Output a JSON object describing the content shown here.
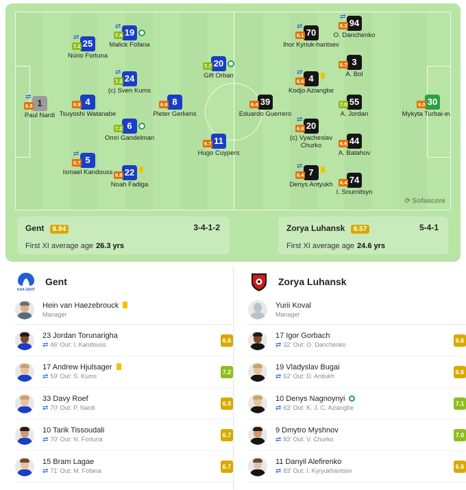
{
  "watermark": "Sofascore",
  "colors": {
    "home_shirt": "#1a3fc4",
    "away_shirt": "#151515",
    "away_gk_shirt": "#2ea043",
    "home_gk_shirt": "#9b9b9b",
    "pitch": "#b8e4a6"
  },
  "home_players": [
    {
      "number": "1",
      "name": "Paul Nardi",
      "rating": "6.8",
      "rating_class": "r-orange",
      "shirt": "grey",
      "sub": true,
      "goal": false,
      "card": false
    },
    {
      "number": "25",
      "name": "Núrio Fortuna",
      "rating": "7.2",
      "rating_class": "r-lime",
      "shirt": "blue",
      "sub": true,
      "goal": false,
      "card": false
    },
    {
      "number": "4",
      "name": "Tsuyoshi Watanabe",
      "rating": "6.9",
      "rating_class": "r-orange",
      "shirt": "blue",
      "sub": false,
      "goal": false,
      "card": false
    },
    {
      "number": "5",
      "name": "Ismael Kandouss",
      "rating": "6.7",
      "rating_class": "r-orange",
      "shirt": "blue",
      "sub": true,
      "goal": false,
      "card": false
    },
    {
      "number": "19",
      "name": "Malick Fofana",
      "rating": "7.4",
      "rating_class": "r-lime",
      "shirt": "blue",
      "sub": true,
      "goal": true,
      "card": false
    },
    {
      "number": "24",
      "name": "(c) Sven Kums",
      "rating": "7.2",
      "rating_class": "r-lime",
      "shirt": "blue",
      "sub": true,
      "goal": false,
      "card": false
    },
    {
      "number": "6",
      "name": "Omri Gandelman",
      "rating": "7.2",
      "rating_class": "r-lime",
      "shirt": "blue",
      "sub": false,
      "goal": true,
      "card": false
    },
    {
      "number": "22",
      "name": "Noah Fadiga",
      "rating": "6.8",
      "rating_class": "r-orange",
      "shirt": "blue",
      "sub": false,
      "goal": false,
      "card": true
    },
    {
      "number": "8",
      "name": "Pieter Gerkens",
      "rating": "6.9",
      "rating_class": "r-orange",
      "shirt": "blue",
      "sub": false,
      "goal": false,
      "card": false
    },
    {
      "number": "20",
      "name": "Gift Orban",
      "rating": "7.7",
      "rating_class": "r-lime",
      "shirt": "blue",
      "sub": false,
      "goal": true,
      "card": false
    },
    {
      "number": "11",
      "name": "Hugo Cuypers",
      "rating": "6.7",
      "rating_class": "r-orange",
      "shirt": "blue",
      "sub": false,
      "goal": false,
      "card": false
    }
  ],
  "away_players": [
    {
      "number": "39",
      "name": "Eduardo Guerrero",
      "rating": "6.4",
      "rating_class": "r-orange",
      "shirt": "black",
      "sub": false,
      "goal": false,
      "card": false
    },
    {
      "number": "70",
      "name": "Ihor Kyriuk-hantsev",
      "rating": "6.1",
      "rating_class": "r-orange",
      "shirt": "black",
      "sub": true,
      "goal": false,
      "card": false
    },
    {
      "number": "4",
      "name": "Kodjo Aziangbe",
      "rating": "6.6",
      "rating_class": "r-orange",
      "shirt": "black",
      "sub": true,
      "goal": false,
      "card": true
    },
    {
      "number": "20",
      "name": "(c) Vyacheslav Churko",
      "rating": "6.8",
      "rating_class": "r-orange",
      "shirt": "black",
      "sub": true,
      "goal": false,
      "card": false
    },
    {
      "number": "7",
      "name": "Denys Antyukh",
      "rating": "6.4",
      "rating_class": "r-orange",
      "shirt": "black",
      "sub": true,
      "goal": false,
      "card": true
    },
    {
      "number": "94",
      "name": "O. Danchenko",
      "rating": "6.3",
      "rating_class": "r-orange",
      "shirt": "black",
      "sub": true,
      "goal": false,
      "card": false
    },
    {
      "number": "3",
      "name": "A. Bol",
      "rating": "6.7",
      "rating_class": "r-orange",
      "shirt": "black",
      "sub": false,
      "goal": false,
      "card": false
    },
    {
      "number": "55",
      "name": "A. Jordan",
      "rating": "7.0",
      "rating_class": "r-lime",
      "shirt": "black",
      "sub": false,
      "goal": false,
      "card": false
    },
    {
      "number": "44",
      "name": "A. Batahov",
      "rating": "6.6",
      "rating_class": "r-orange",
      "shirt": "black",
      "sub": false,
      "goal": false,
      "card": false
    },
    {
      "number": "74",
      "name": "I. Snurnitsyn",
      "rating": "6.4",
      "rating_class": "r-orange",
      "shirt": "black",
      "sub": false,
      "goal": false,
      "card": false
    },
    {
      "number": "30",
      "name": "Mykyta Turbai-evskyi",
      "rating": "6.0",
      "rating_class": "r-orange",
      "shirt": "green",
      "sub": false,
      "goal": false,
      "card": false
    }
  ],
  "home_summary": {
    "name": "Gent",
    "rating": "6.94",
    "formation": "3-4-1-2",
    "age_label": "First XI average age",
    "age_value": "26.3 yrs"
  },
  "away_summary": {
    "name": "Zorya Luhansk",
    "rating": "6.57",
    "formation": "5-4-1",
    "age_label": "First XI average age",
    "age_value": "24.6 yrs"
  },
  "home_bench": {
    "logo_text": "KAA GENT",
    "team": "Gent",
    "manager_name": "Hein van Haezebrouck",
    "manager_label": "Manager",
    "subs": [
      {
        "line": "23 Jordan Torunarigha",
        "detail": "46' Out: I. Kandouss",
        "rating": "6.6"
      },
      {
        "line": "17 Andrew Hjulsager",
        "detail": "59' Out: S. Kums",
        "rating": "7.2"
      },
      {
        "line": "33 Davy Roef",
        "detail": "70' Out: P. Nardi",
        "rating": "6.5"
      },
      {
        "line": "10 Tarik Tissoudali",
        "detail": "70' Out: N. Fortuna",
        "rating": "6.7"
      },
      {
        "line": "15 Bram Lagae",
        "detail": "71' Out: M. Fofana",
        "rating": "6.7"
      }
    ]
  },
  "away_bench": {
    "team": "Zorya Luhansk",
    "manager_name": "Yurii Koval",
    "manager_label": "Manager",
    "subs": [
      {
        "line": "17 Igor Gorbach",
        "detail": "32' Out: O. Danchenko",
        "rating": "6.6"
      },
      {
        "line": "19 Vladyslav Bugai",
        "detail": "62' Out: D. Antiukh",
        "rating": "6.6"
      },
      {
        "line": "10 Denys Nagnoynyi",
        "detail": "63' Out: K. J. C. Aziangbe",
        "rating": "7.1"
      },
      {
        "line": "9 Dmytro Myshnov",
        "detail": "83' Out: V. Churko",
        "rating": "7.0"
      },
      {
        "line": "11 Danyil Alefirenko",
        "detail": "83' Out: I. Kyryukhantsev",
        "rating": "6.6"
      }
    ]
  }
}
